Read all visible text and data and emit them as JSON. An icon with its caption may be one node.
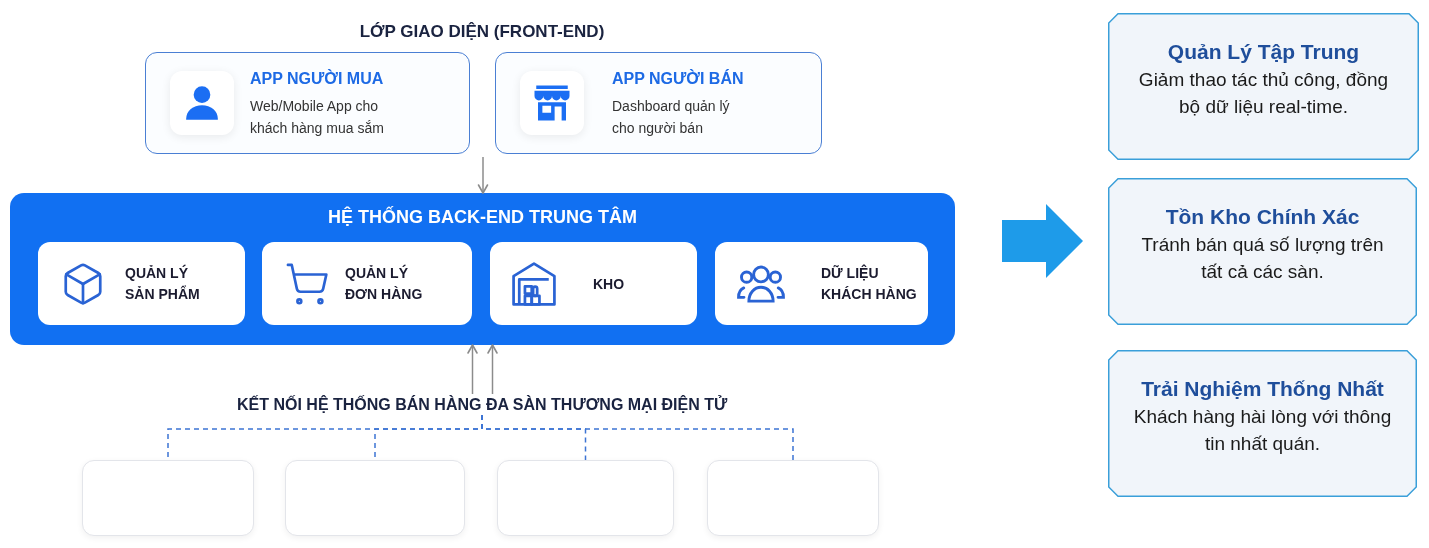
{
  "diagram": {
    "nodes": [
      {
        "text": [
          "APP NGƯỜI MUA",
          "Web/Mobile App cho khách hàng mua sắm"
        ]
      },
      {
        "text": [
          "APP NGƯỜI BÁN",
          "Dashboard quản lý cho người bán"
        ]
      },
      {
        "text": [
          "HỆ THỐNG BACK-END TRUNG TÂM"
        ]
      },
      {
        "text": [
          "QUẢN LÝ SẢN PHẨM"
        ],
        "in": 2
      },
      {
        "text": [
          "QUẢN LÝ ĐƠN HÀNG"
        ],
        "in": 2
      },
      {
        "text": [
          "KHO"
        ],
        "in": 2
      },
      {
        "text": [
          "DỮ LIỆU KHÁCH HÀNG"
        ],
        "in": 2
      },
      {
        "text": [
          "KẾT NỐI HỆ THỐNG BÁN HÀNG ĐA SÀN THƯƠNG MẠI ĐIỆN TỬ"
        ]
      },
      {
        "text": [],
        "shape": "box"
      },
      {
        "text": [],
        "shape": "box"
      },
      {
        "text": [],
        "shape": "box"
      },
      {
        "text": [],
        "shape": "box"
      },
      {
        "text": [
          "Quản Lý Tập Trung",
          "Giảm thao tác thủ công, đồng bộ dữ liệu real-time."
        ]
      },
      {
        "text": [
          "Tồn Kho Chính Xác",
          "Tránh bán quá số lượng trên tất cả các sàn."
        ]
      },
      {
        "text": [
          "Trải Nghiệm Thống Nhất",
          "Khách hàng hài lòng với thông tin nhất quán."
        ]
      }
    ],
    "edges": [
      {
        "from": 0,
        "to": 2,
        "arrow": "to",
        "color": "#8c8c8c"
      },
      {
        "from": 1,
        "to": 2,
        "arrow": "to",
        "color": "#8c8c8c"
      },
      {
        "from": 7,
        "to": 2,
        "arrow": "to",
        "color": "#8c8c8c"
      },
      {
        "from": 7,
        "to": 2,
        "arrow": "to",
        "color": "#8c8c8c"
      },
      {
        "from": 7,
        "to": 8,
        "arrow": "none",
        "style": "dashed"
      },
      {
        "from": 7,
        "to": 9,
        "arrow": "none",
        "style": "dashed"
      },
      {
        "from": 7,
        "to": 10,
        "arrow": "none",
        "style": "dashed"
      },
      {
        "from": 7,
        "to": 11,
        "arrow": "none",
        "style": "dashed"
      },
      {
        "from": 2,
        "to": 13,
        "arrow": "to",
        "style": "thick",
        "color": "#1e9be9"
      }
    ],
    "labels": [
      "LỚP GIAO DIỆN (FRONT-END)"
    ]
  }
}
